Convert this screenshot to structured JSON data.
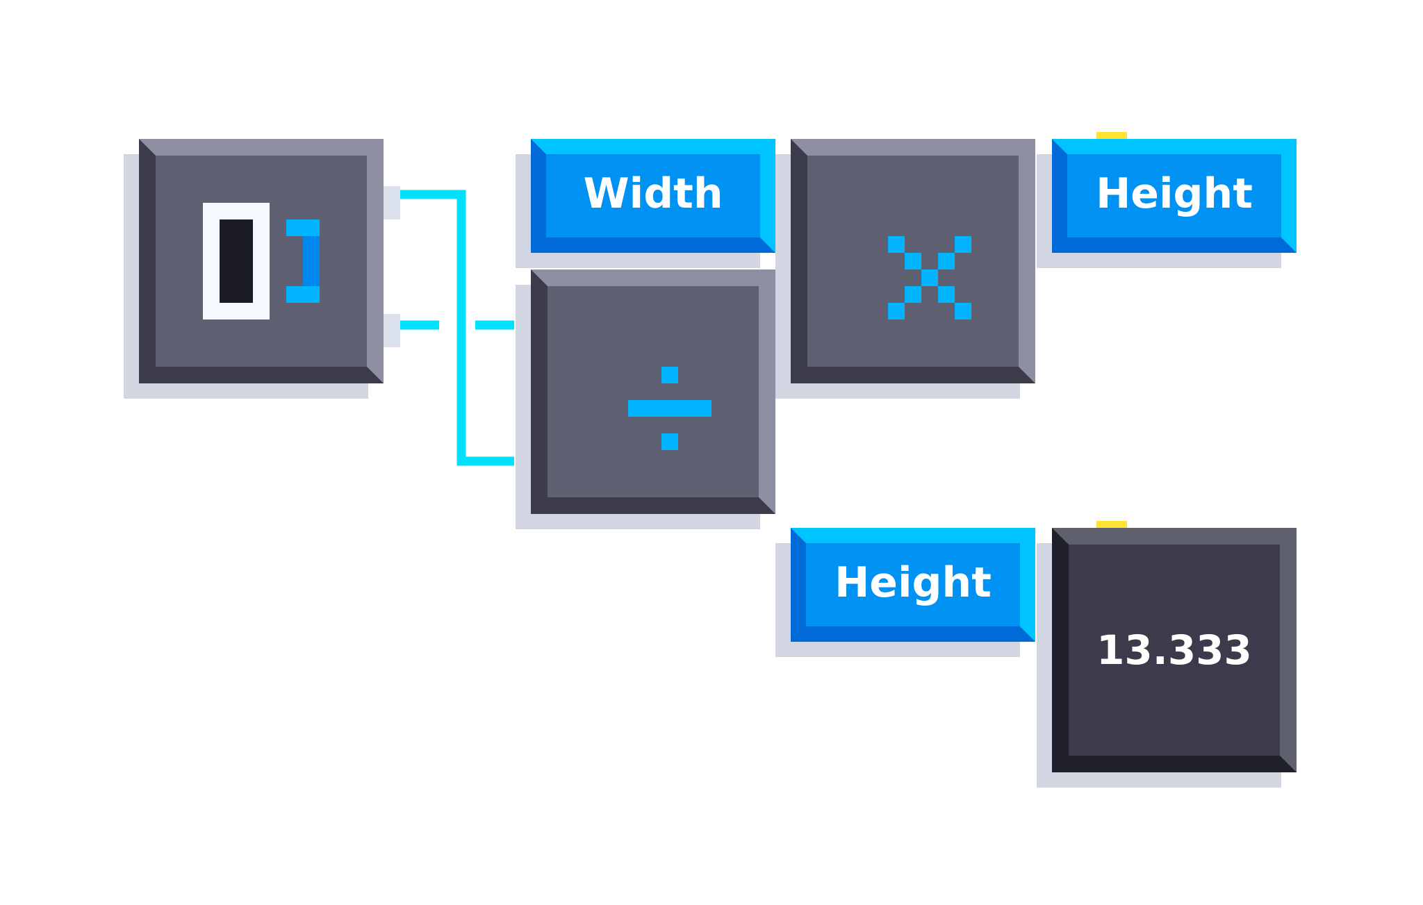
{
  "colors": {
    "block_face": "#5f6072",
    "block_highlight": "#8e8fa2",
    "block_shadow": "#3b3b4a",
    "value_face": "#3b3b4b",
    "label_face": "#0092f3",
    "label_highlight": "#00c4ff",
    "label_shadow": "#006bd8",
    "wire": "#00e0ff",
    "tab": "#ffe433",
    "drop_shadow": "#d2d6e3"
  },
  "nodes": {
    "source": {
      "icon": "image-size-icon"
    },
    "divide": {
      "icon": "divide-icon"
    },
    "multiply": {
      "icon": "multiply-icon"
    },
    "width_label": {
      "text": "Width"
    },
    "height_label_top": {
      "text": "Height"
    },
    "height_label_bottom": {
      "text": "Height"
    },
    "result": {
      "value": "13.333"
    }
  }
}
